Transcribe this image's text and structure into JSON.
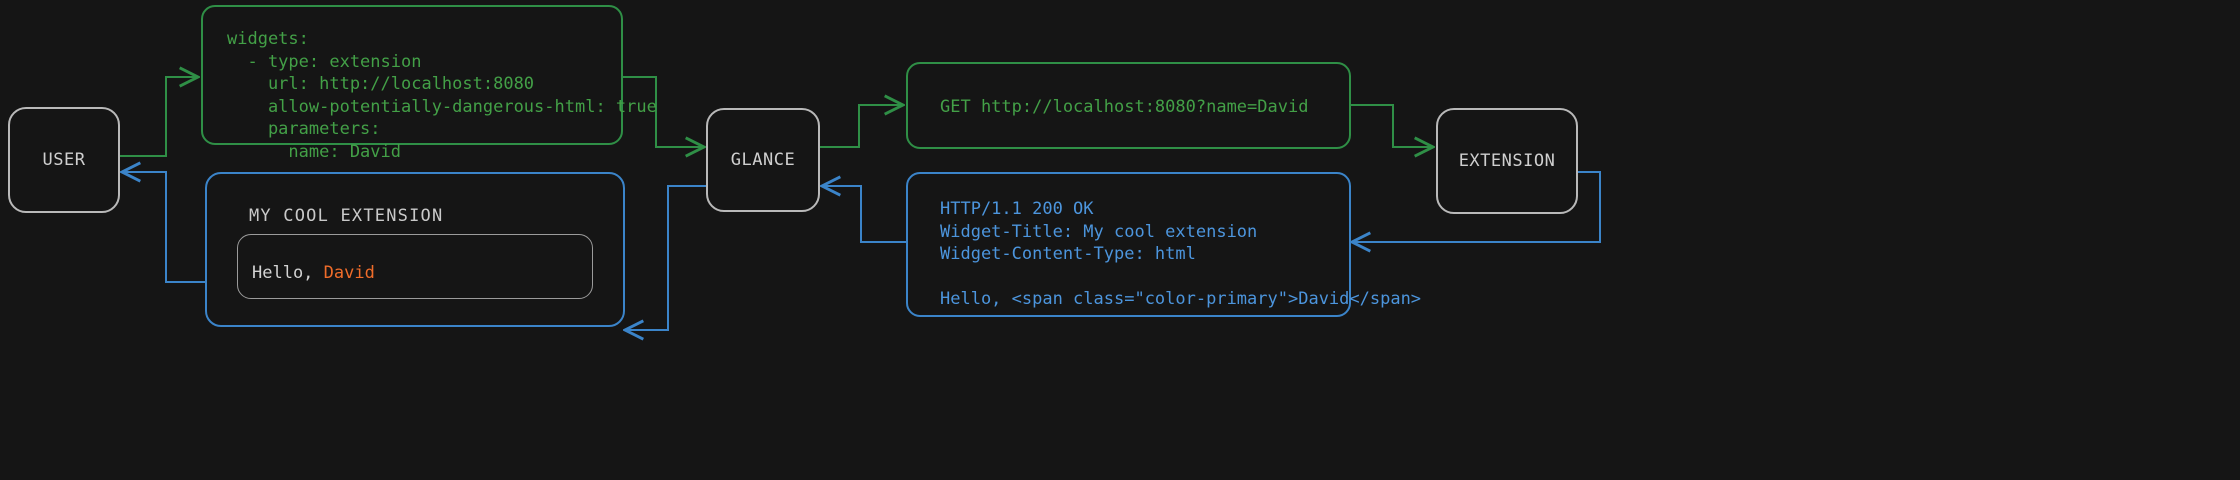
{
  "theme": {
    "background": "#151515",
    "request_color": "#43a047",
    "request_border": "#2f8f46",
    "response_color": "#4c95dd",
    "response_border": "#3b84c9",
    "node_border": "#b9b9b9",
    "node_text": "#cfcfcf",
    "accent_color": "#ef6c2a",
    "widget_text": "#d3d3d3"
  },
  "nodes": {
    "user": {
      "label": "USER"
    },
    "glance": {
      "label": "GLANCE"
    },
    "extension": {
      "label": "EXTENSION"
    }
  },
  "panels": {
    "config_yaml": {
      "kind": "request",
      "lines": [
        "widgets:",
        "  - type: extension",
        "    url: http://localhost:8080",
        "    allow-potentially-dangerous-html: true",
        "    parameters:",
        "      name: David"
      ],
      "text": "widgets:\n  - type: extension\n    url: http://localhost:8080\n    allow-potentially-dangerous-html: true\n    parameters:\n      name: David"
    },
    "http_request": {
      "kind": "request",
      "lines": [
        "GET http://localhost:8080?name=David"
      ],
      "text": "GET http://localhost:8080?name=David"
    },
    "http_response": {
      "kind": "response",
      "lines": [
        "HTTP/1.1 200 OK",
        "Widget-Title: My cool extension",
        "Widget-Content-Type: html",
        "",
        "Hello, <span class=\"color-primary\">David</span>"
      ],
      "text": "HTTP/1.1 200 OK\nWidget-Title: My cool extension\nWidget-Content-Type: html\n\nHello, <span class=\"color-primary\">David</span>"
    },
    "rendered_widget": {
      "kind": "response",
      "title": "MY COOL EXTENSION",
      "body_prefix": "Hello, ",
      "body_accent": "David"
    }
  },
  "flows": [
    {
      "name": "user-to-config",
      "kind": "request",
      "from": "user",
      "to": "config_yaml"
    },
    {
      "name": "config-to-glance",
      "kind": "request",
      "from": "config_yaml",
      "to": "glance"
    },
    {
      "name": "glance-to-request",
      "kind": "request",
      "from": "glance",
      "to": "http_request"
    },
    {
      "name": "request-to-extension",
      "kind": "request",
      "from": "http_request",
      "to": "extension"
    },
    {
      "name": "extension-to-response",
      "kind": "response",
      "from": "extension",
      "to": "http_response"
    },
    {
      "name": "response-to-glance",
      "kind": "response",
      "from": "http_response",
      "to": "glance"
    },
    {
      "name": "glance-to-widget",
      "kind": "response",
      "from": "glance",
      "to": "rendered_widget"
    },
    {
      "name": "widget-to-user",
      "kind": "response",
      "from": "rendered_widget",
      "to": "user"
    }
  ]
}
